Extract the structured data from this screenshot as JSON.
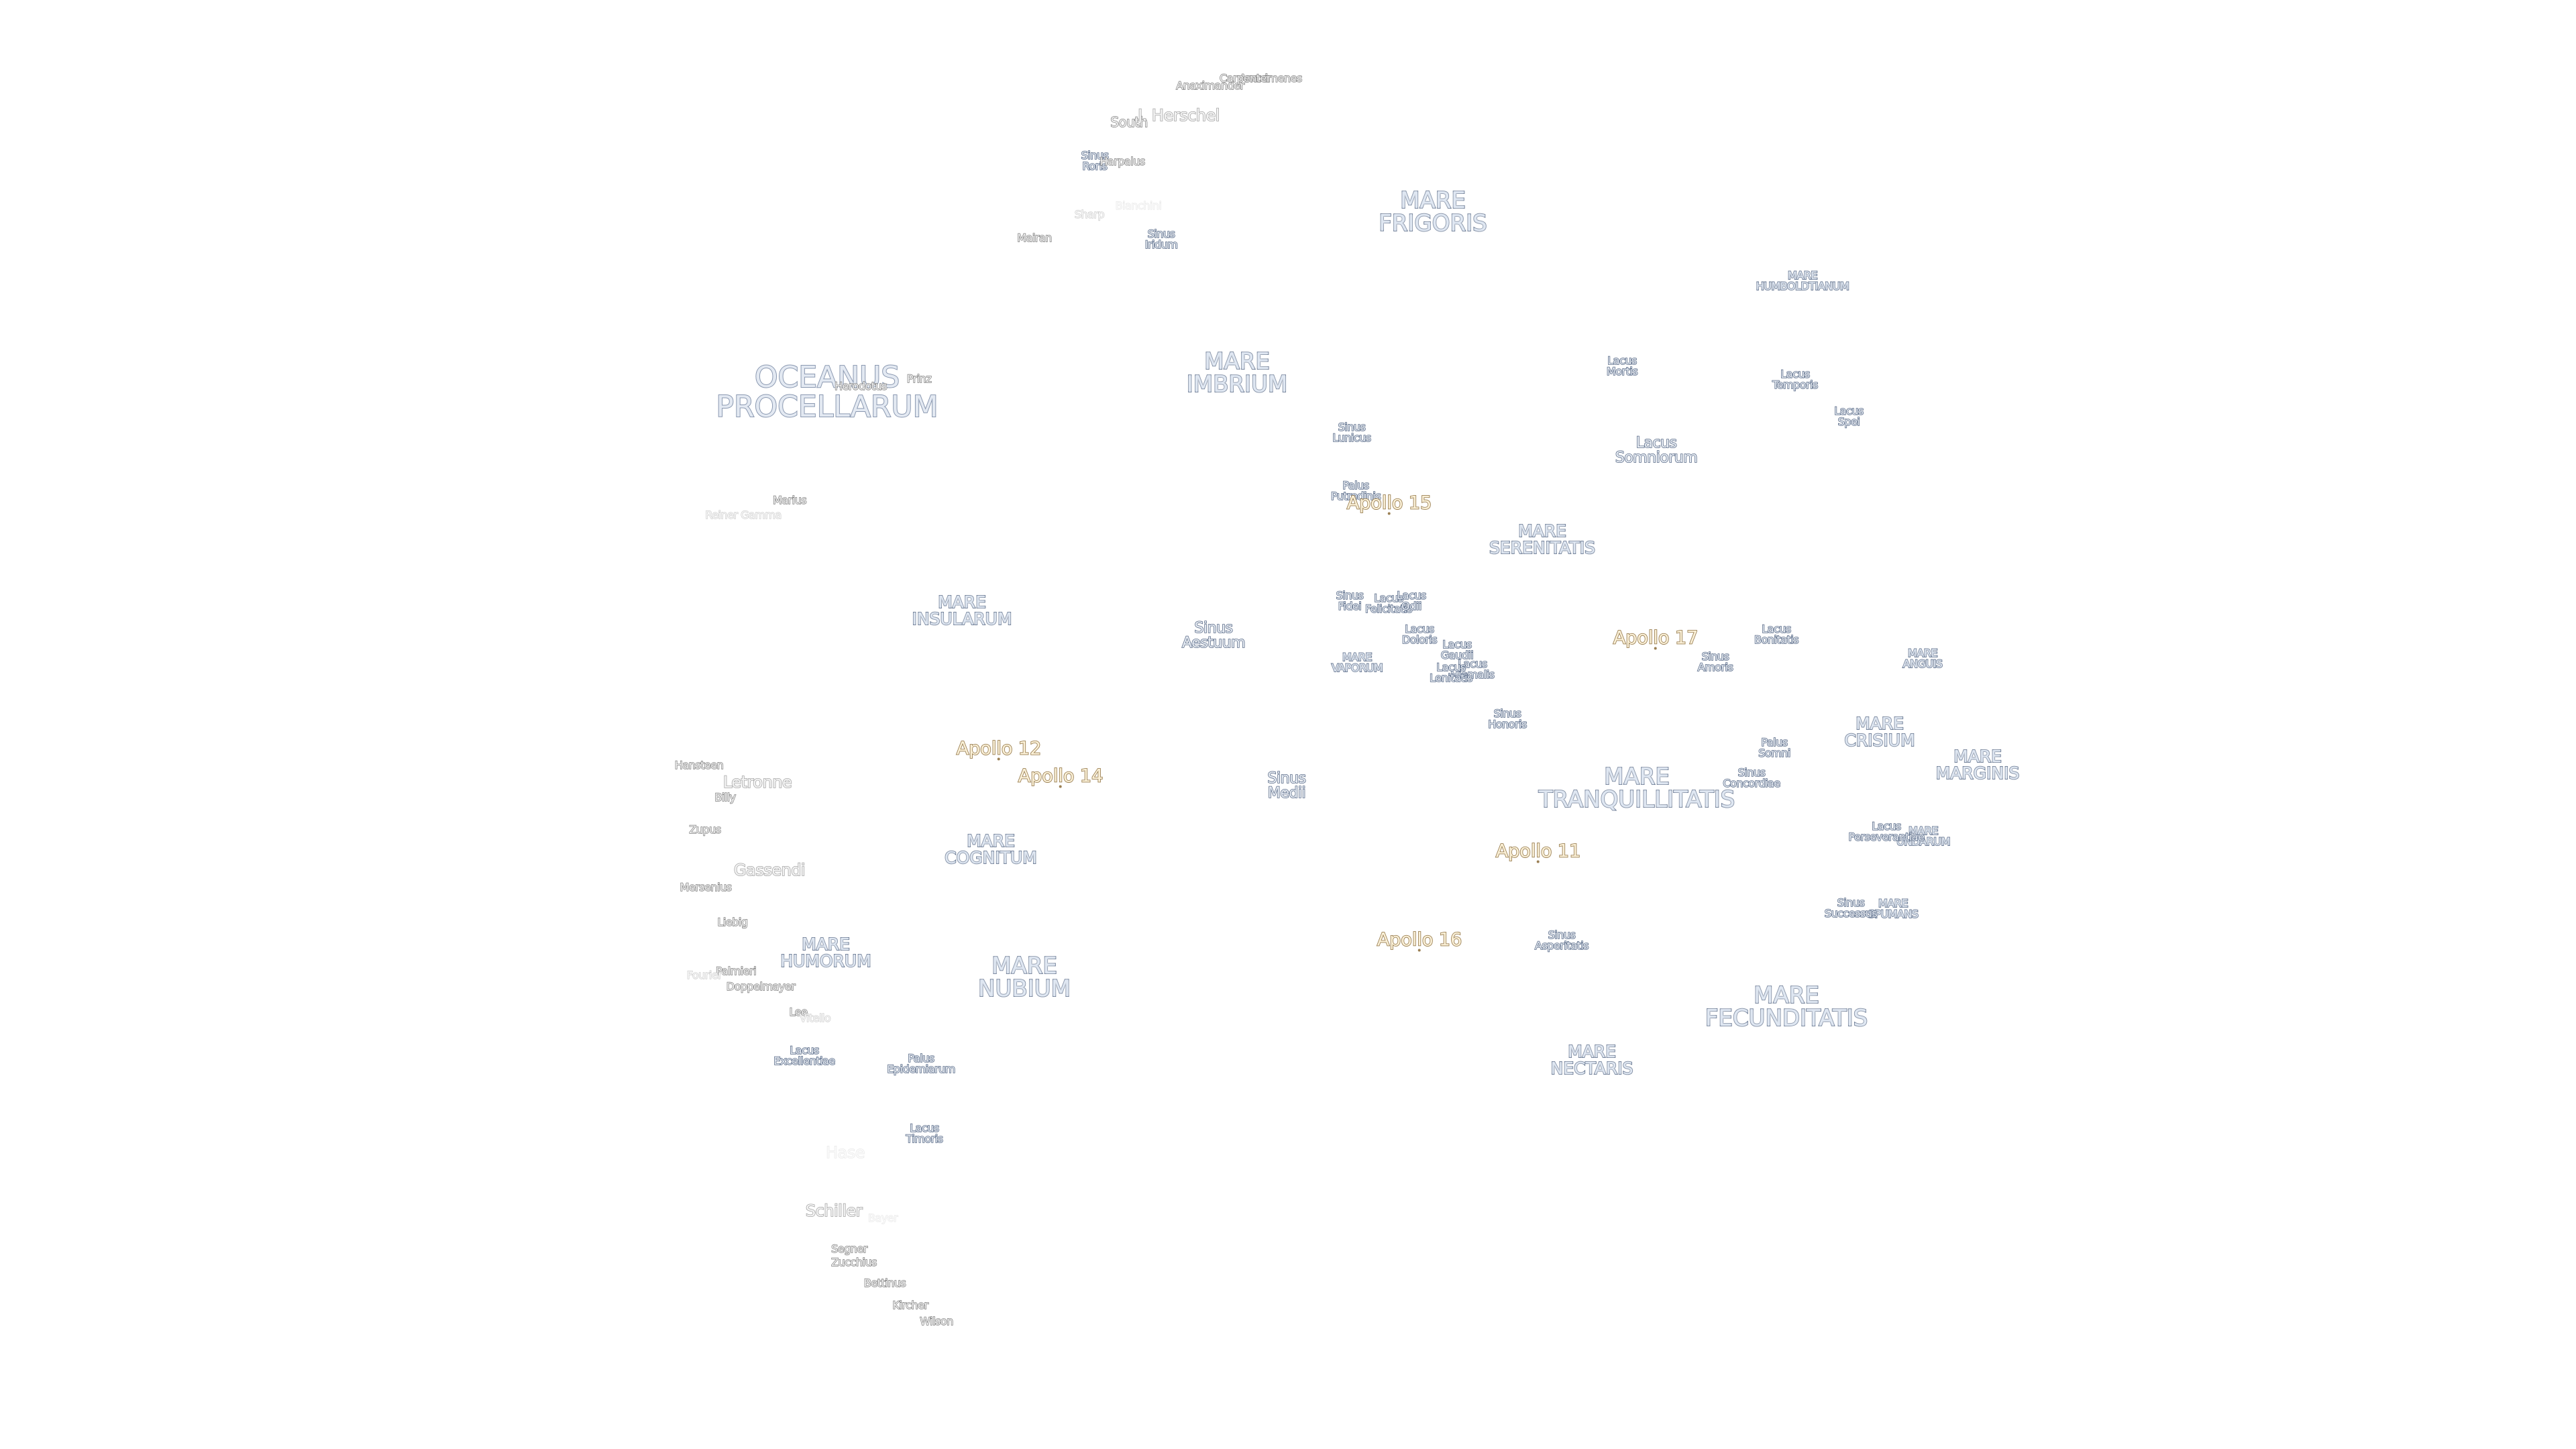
{
  "seas": [
    {
      "name": "MARE\nFRIGORIS",
      "size": "big"
    },
    {
      "name": "MARE\nIMBRIUM",
      "size": "big"
    },
    {
      "name": "MARE\nSERENITATIS",
      "size": "med"
    },
    {
      "name": "MARE\nINSULARUM",
      "size": "med"
    },
    {
      "name": "MARE\nTRANQUILLITATIS",
      "size": "big"
    },
    {
      "name": "MARE\nCRISIUM",
      "size": "med"
    },
    {
      "name": "MARE\nMARGINIS",
      "size": "med"
    },
    {
      "name": "MARE\nCOGNITUM",
      "size": "med"
    },
    {
      "name": "MARE\nHUMORUM",
      "size": "med"
    },
    {
      "name": "MARE\nNUBIUM",
      "size": "big"
    },
    {
      "name": "MARE\nFECUNDITATIS",
      "size": "big"
    },
    {
      "name": "MARE\nNECTARIS",
      "size": "med"
    },
    {
      "name": "MARE\nHUMBOLDTIANUM",
      "size": "sm"
    },
    {
      "name": "MARE\nVAPORUM",
      "size": "sm"
    },
    {
      "name": "MARE\nANGUIS",
      "size": "sm"
    },
    {
      "name": "MARE\nUNDARUM",
      "size": "sm"
    },
    {
      "name": "MARE\nSPUMANS",
      "size": "sm"
    }
  ],
  "ocean": {
    "name": "OCEANUS\nPROCELLARUM"
  },
  "minor_features": [
    {
      "name": "Sinus\nRoris",
      "size": "sm"
    },
    {
      "name": "Sinus\nIridum",
      "size": "sm"
    },
    {
      "name": "Lacus\nMortis",
      "size": "sm"
    },
    {
      "name": "Lacus\nTemporis",
      "size": "sm"
    },
    {
      "name": "Lacus\nSpei",
      "size": "sm"
    },
    {
      "name": "Lacus\nSomniorum",
      "size": "med"
    },
    {
      "name": "Sinus\nLunicus",
      "size": "sm"
    },
    {
      "name": "Palus\nPutredinis",
      "size": "sm"
    },
    {
      "name": "Sinus\nAestuum",
      "size": "med"
    },
    {
      "name": "Sinus\nFidei",
      "size": "sm"
    },
    {
      "name": "Lacus\nFelicitatis",
      "size": "sm"
    },
    {
      "name": "Lacus\nOdii",
      "size": "sm"
    },
    {
      "name": "Lacus\nDoloris",
      "size": "sm"
    },
    {
      "name": "Lacus\nGaudii",
      "size": "sm"
    },
    {
      "name": "Lacus\nHiemalis",
      "size": "sm"
    },
    {
      "name": "Lacus\nLenitatis",
      "size": "sm"
    },
    {
      "name": "Lacus\nBonitatis",
      "size": "sm"
    },
    {
      "name": "Sinus\nAmoris",
      "size": "sm"
    },
    {
      "name": "Sinus\nHonoris",
      "size": "sm"
    },
    {
      "name": "Palus\nSomni",
      "size": "sm"
    },
    {
      "name": "Sinus\nConcordiae",
      "size": "sm"
    },
    {
      "name": "Sinus\nMedii",
      "size": "med"
    },
    {
      "name": "Lacus\nPerseverantiae",
      "size": "sm"
    },
    {
      "name": "Sinus\nSuccessus",
      "size": "sm"
    },
    {
      "name": "Sinus\nAsperitatis",
      "size": "sm"
    },
    {
      "name": "Lacus\nExcellentiae",
      "size": "sm"
    },
    {
      "name": "Palus\nEpidemiarum",
      "size": "sm"
    },
    {
      "name": "Lacus\nTimoris",
      "size": "sm"
    }
  ],
  "craters": [
    {
      "name": "Anaximenes",
      "style": "normal"
    },
    {
      "name": "Anaximander",
      "style": "normal"
    },
    {
      "name": "Carpenter",
      "style": "normal"
    },
    {
      "name": "South",
      "style": "normal"
    },
    {
      "name": "J. Herschel",
      "style": "big"
    },
    {
      "name": "Harpalus",
      "style": "normal"
    },
    {
      "name": "Sharp",
      "style": "faint"
    },
    {
      "name": "Bianchini",
      "style": "vfaint"
    },
    {
      "name": "Mairan",
      "style": "normal"
    },
    {
      "name": "Prinz",
      "style": "normal"
    },
    {
      "name": "Herodotus",
      "style": "normal"
    },
    {
      "name": "Marius",
      "style": "normal"
    },
    {
      "name": "Reiner Gamma",
      "style": "faint"
    },
    {
      "name": "Hansteen",
      "style": "normal"
    },
    {
      "name": "Letronne",
      "style": "big"
    },
    {
      "name": "Billy",
      "style": "normal"
    },
    {
      "name": "Zupus",
      "style": "normal"
    },
    {
      "name": "Gassendi",
      "style": "big"
    },
    {
      "name": "Mersenius",
      "style": "normal"
    },
    {
      "name": "Liebig",
      "style": "normal"
    },
    {
      "name": "Palmieri",
      "style": "normal"
    },
    {
      "name": "Fourier",
      "style": "faint"
    },
    {
      "name": "Doppelmayer",
      "style": "normal"
    },
    {
      "name": "Lee",
      "style": "normal"
    },
    {
      "name": "Vitello",
      "style": "faint"
    },
    {
      "name": "Hase",
      "style": "vfaint"
    },
    {
      "name": "Schiller",
      "style": "big"
    },
    {
      "name": "Bayer",
      "style": "vfaint"
    },
    {
      "name": "Segner",
      "style": "normal"
    },
    {
      "name": "Zucchius",
      "style": "normal"
    },
    {
      "name": "Bettinus",
      "style": "normal"
    },
    {
      "name": "Kircher",
      "style": "normal"
    },
    {
      "name": "Wilson",
      "style": "normal"
    }
  ],
  "apollo_sites": [
    {
      "name": "Apollo 15"
    },
    {
      "name": "Apollo 17"
    },
    {
      "name": "Apollo 12"
    },
    {
      "name": "Apollo 14"
    },
    {
      "name": "Apollo 11"
    },
    {
      "name": "Apollo 16"
    }
  ],
  "colors": {
    "background": "#ffffff",
    "sea_outline": "#5b6c88",
    "crater_outline": "#7d7d7d",
    "apollo_outline": "#9b8054"
  }
}
